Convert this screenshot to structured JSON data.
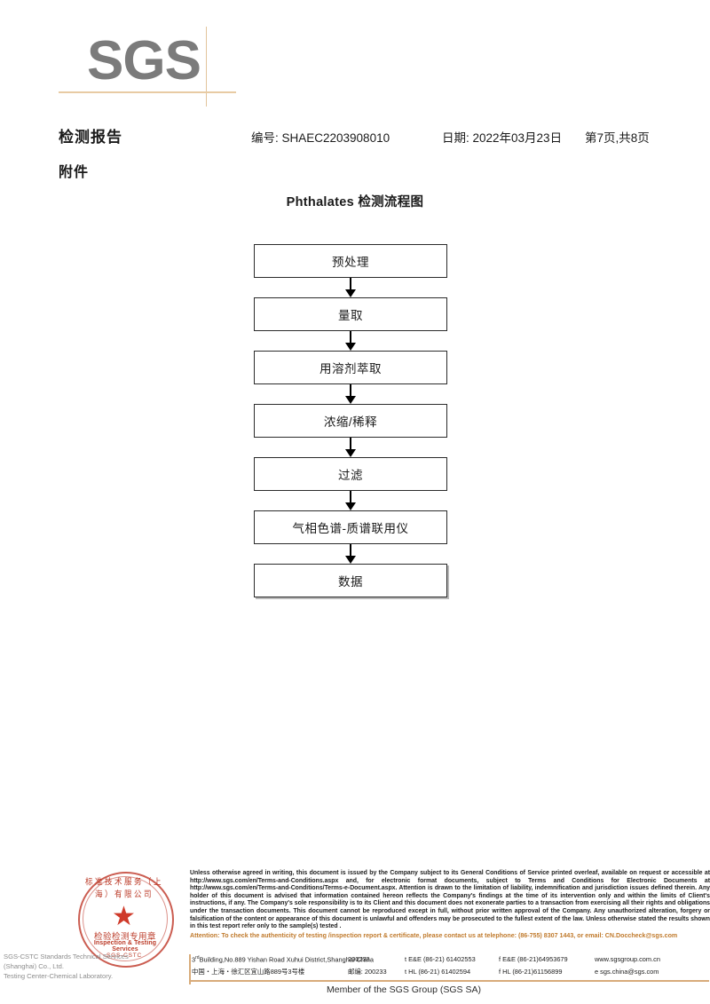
{
  "logo": {
    "wordmark": "SGS"
  },
  "header": {
    "report_title": "检测报告",
    "report_no_label": "编号: SHAEC2203908010",
    "date_label": "日期: 2022年03月23日",
    "page_label": "第7页,共8页",
    "attachment_label": "附件"
  },
  "flowchart": {
    "title": "Phthalates 检测流程图",
    "nodes": [
      {
        "label": "预处理"
      },
      {
        "label": "量取"
      },
      {
        "label": "用溶剂萃取"
      },
      {
        "label": "浓缩/稀释"
      },
      {
        "label": "过滤"
      },
      {
        "label": "气相色谱-质谱联用仪"
      },
      {
        "label": "数据"
      }
    ]
  },
  "stamp": {
    "arc_text_cn": "标准技术服务（上海）有限公司",
    "title_cn": "检验检测专用章",
    "title_en": "Inspection & Testing Services",
    "arc_sub": "SGS-CSTC",
    "star_glyph": "★",
    "lab_name_line1": "SGS-CSTC Standards Technical Services (Shanghai) Co., Ltd.",
    "lab_name_line2": "Testing Center-Chemical Laboratory.",
    "color": "#bb3a27"
  },
  "footer": {
    "legal_text": "Unless otherwise agreed in writing, this document is issued by the Company subject to its General Conditions of Service printed overleaf, available on request or accessible at http://www.sgs.com/en/Terms-and-Conditions.aspx and, for electronic format documents, subject to Terms and Conditions for Electronic Documents at http://www.sgs.com/en/Terms-and-Conditions/Terms-e-Document.aspx. Attention is drawn to the limitation of liability, indemnification and jurisdiction issues defined therein. Any holder of this document is advised that information contained hereon reflects the Company's findings at the time of its intervention only and within the limits of Client's instructions, if any. The Company's sole responsibility is to its Client and this document does not exonerate parties to a transaction from exercising all their rights and obligations under the transaction documents. This document cannot be reproduced except in full, without prior written approval of the Company. Any unauthorized alteration, forgery or falsification of the content or appearance of this document is unlawful and offenders may be prosecuted to the fullest extent of the law. Unless otherwise stated the results shown in this test report refer only to the sample(s) tested .",
    "attention_text": "Attention: To check the authenticity of testing /inspection report & certificate, please contact us at telephone: (86-755) 8307 1443, or email: CN.Doccheck@sgs.com",
    "address_rows": [
      {
        "street": "3rdBuilding,No.889 Yishan Road Xuhui District,Shanghai China",
        "street_prefix": "3",
        "street_sup": "rd",
        "street_rest": "Building,No.889 Yishan Road Xuhui District,Shanghai China",
        "zip": "200233",
        "tel1": "t E&E (86-21) 61402553",
        "tel2": "f E&E (86-21)64953679",
        "web": "www.sgsgroup.com.cn"
      },
      {
        "street": "中国・上海・徐汇区宜山路889号3号楼",
        "street_prefix": "",
        "street_sup": "",
        "street_rest": "中国・上海・徐汇区宜山路889号3号楼",
        "zip": "邮编: 200233",
        "tel1": "t HL (86-21) 61402594",
        "tel2": "f HL (86-21)61156899",
        "web": "e sgs.china@sgs.com"
      }
    ],
    "member_line": "Member of the SGS Group (SGS SA)",
    "accent_color": "#d8ab7a",
    "attention_color": "#c07a2c"
  }
}
